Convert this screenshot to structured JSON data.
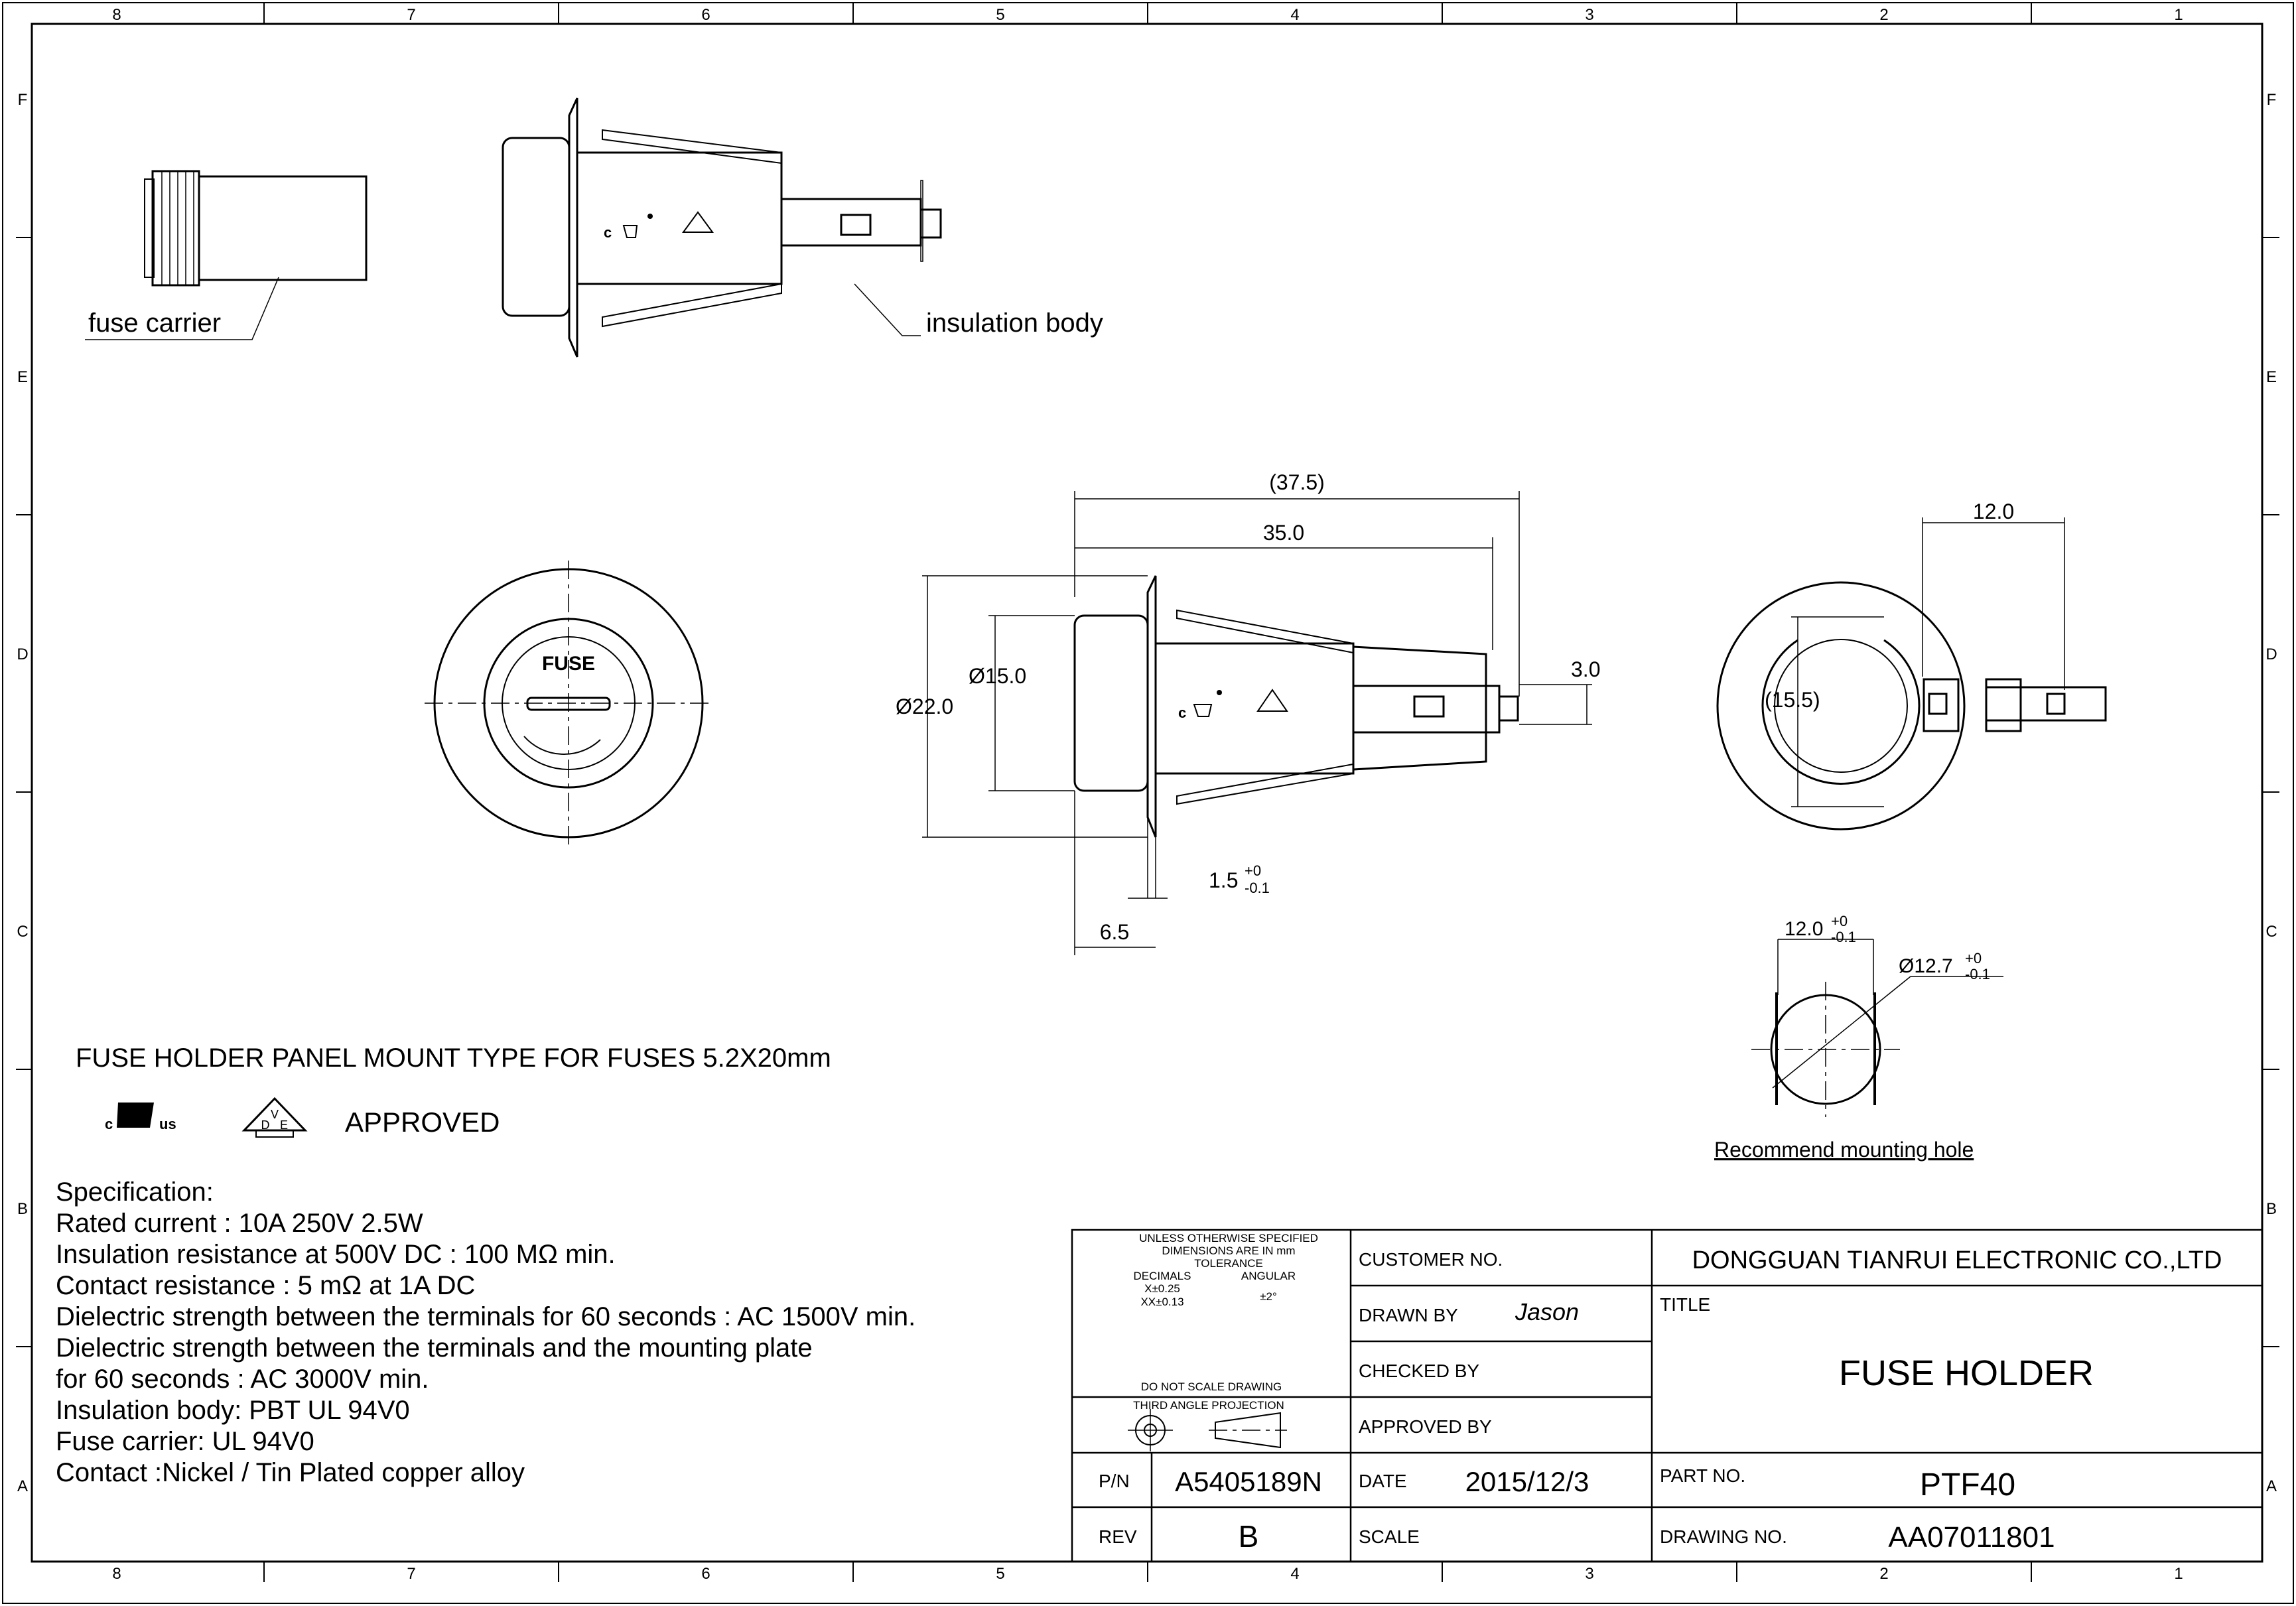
{
  "frame": {
    "column_labels": [
      "8",
      "7",
      "6",
      "5",
      "4",
      "3",
      "2",
      "1"
    ],
    "row_labels": [
      "F",
      "E",
      "D",
      "C",
      "B",
      "A"
    ]
  },
  "callouts": {
    "fuse_carrier": "fuse carrier",
    "insulation_body": "insulation body"
  },
  "front_view": {
    "cap_text": "FUSE"
  },
  "dimensions": {
    "overall_length": "(37.5)",
    "body_length": "35.0",
    "flange_dia": "Ø22.0",
    "cap_dia": "Ø15.0",
    "terminal": "3.0",
    "flange_thk": "1.5",
    "flange_thk_tol_upper": "+0",
    "flange_thk_tol_lower": "-0.1",
    "cap_depth": "6.5",
    "rear_width": "12.0",
    "rear_height": "(15.5)",
    "hole_flat": "12.0",
    "hole_flat_tol_upper": "+0",
    "hole_flat_tol_lower": "-0.1",
    "hole_dia": "Ø12.7",
    "hole_dia_tol_upper": "+0",
    "hole_dia_tol_lower": "-0.1",
    "hole_caption": "Recommend mounting hole"
  },
  "logos": {
    "ul_c": "c",
    "ul_us": "us",
    "vde_letters": [
      "V",
      "D",
      "E"
    ]
  },
  "description": {
    "heading": "FUSE HOLDER PANEL MOUNT TYPE FOR FUSES 5.2X20mm",
    "approved": "APPROVED"
  },
  "specification": {
    "title": "Specification:",
    "lines": [
      "Rated current : 10A 250V 2.5W",
      "Insulation resistance at 500V DC : 100 MΩ  min.",
      "Contact resistance : 5 mΩ at 1A DC",
      "Dielectric strength between the terminals for 60 seconds : AC 1500V min.",
      "Dielectric strength between the terminals and  the mounting plate",
      "for 60 seconds : AC 3000V min.",
      "Insulation body: PBT UL 94V0",
      "Fuse carrier: UL 94V0",
      "Contact :Nickel / Tin Plated copper alloy"
    ]
  },
  "title_block": {
    "tolerance": {
      "line1": "UNLESS OTHERWISE SPECIFIED",
      "line2": "DIMENSIONS ARE IN mm",
      "line3": "TOLERANCE",
      "decimals_label": "DECIMALS",
      "angular_label": "ANGULAR",
      "x_tol": "X±0.25",
      "xx_tol": "XX±0.13",
      "angular_tol": "±2°",
      "note": "DO NOT SCALE DRAWING",
      "projection": "THIRD ANGLE PROJECTION"
    },
    "customer_no_label": "CUSTOMER NO.",
    "drawn_by_label": "DRAWN BY",
    "drawn_by_value": "Jason",
    "checked_by_label": "CHECKED BY",
    "approved_by_label": "APPROVED BY",
    "company": "DONGGUAN TIANRUI ELECTRONIC CO.,LTD",
    "title_label": "TITLE",
    "title_value": "FUSE HOLDER",
    "pn_label": "P/N",
    "pn_value": "A5405189N",
    "date_label": "DATE",
    "date_value": "2015/12/3",
    "part_no_label": "PART NO.",
    "part_no_value": "PTF40",
    "rev_label": "REV",
    "rev_value": "B",
    "scale_label": "SCALE",
    "drawing_no_label": "DRAWING NO.",
    "drawing_no_value": "AA07011801"
  }
}
